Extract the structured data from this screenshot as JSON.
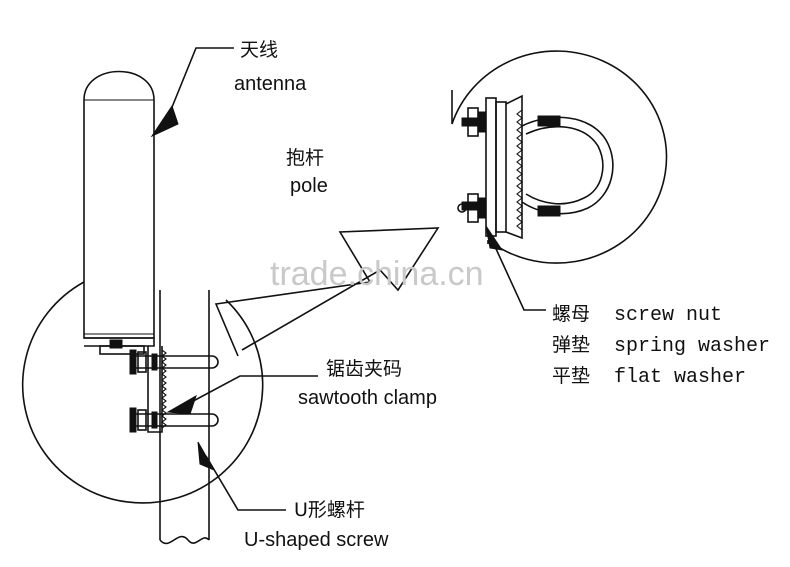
{
  "labels": {
    "antenna_cn": "天线",
    "antenna_en": "antenna",
    "pole_cn": "抱杆",
    "pole_en": "pole",
    "clamp_cn": "锯齿夹码",
    "clamp_en": "sawtooth clamp",
    "uscrew_cn": "U形螺杆",
    "uscrew_en": "U-shaped screw",
    "nut_cn": "螺母",
    "nut_en": "screw nut",
    "spring_cn": "弹垫",
    "spring_en": "spring washer",
    "flat_cn": "平垫",
    "flat_en": "flat washer"
  },
  "watermark": "trade.china.cn"
}
